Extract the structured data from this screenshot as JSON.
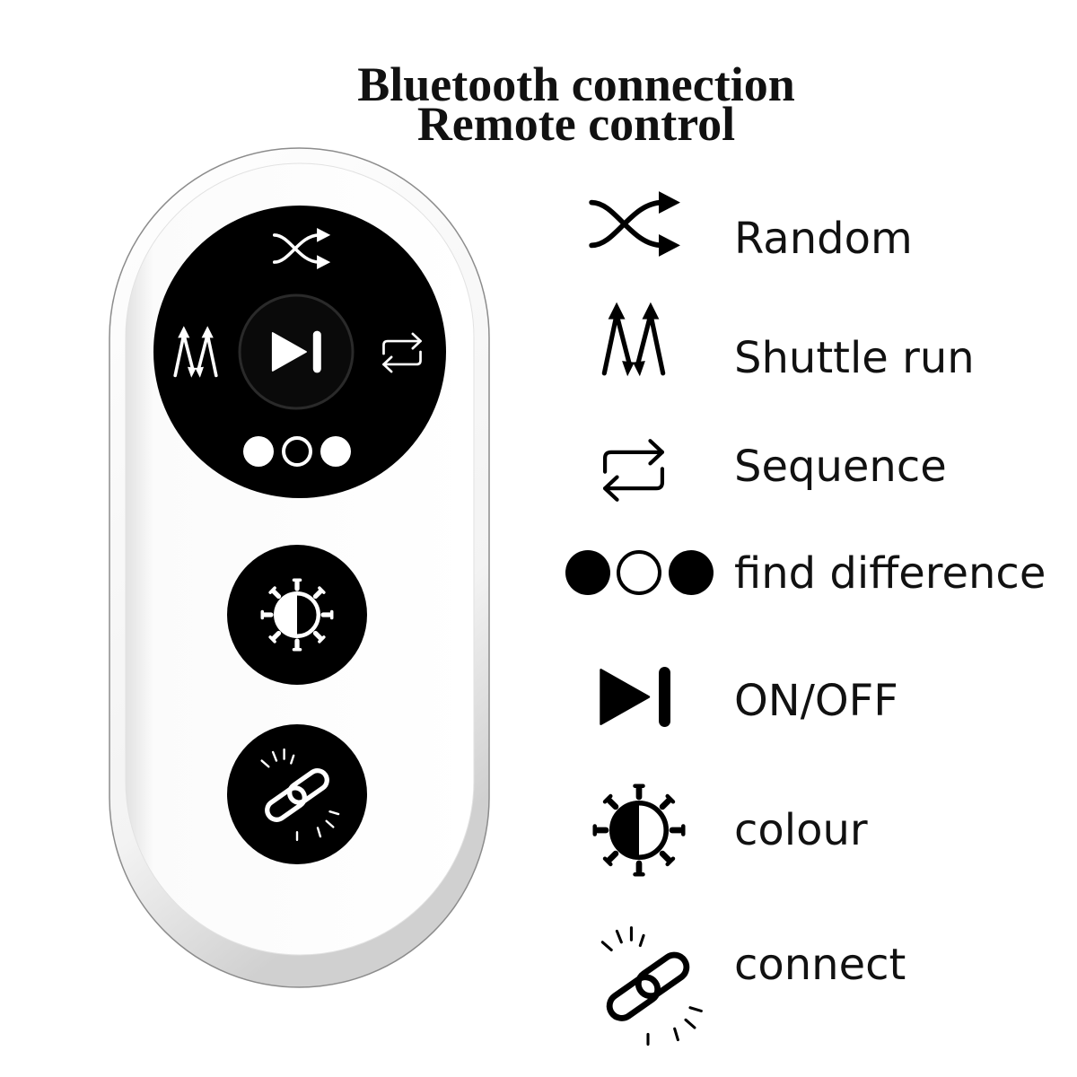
{
  "title": {
    "line1": "Bluetooth connection",
    "line2": "Remote control"
  },
  "remote": {
    "main_dial": {
      "top_icon": "shuffle-icon",
      "left_icon": "shuttle-run-icon",
      "center_icon": "play-pause-icon",
      "right_icon": "sequence-icon",
      "bottom_icon": "find-difference-icon"
    },
    "buttons": [
      {
        "icon": "colour-icon"
      },
      {
        "icon": "connect-icon"
      }
    ]
  },
  "legend": [
    {
      "icon": "shuffle-icon",
      "label": "Random"
    },
    {
      "icon": "shuttle-run-icon",
      "label": "Shuttle run"
    },
    {
      "icon": "sequence-icon",
      "label": "Sequence"
    },
    {
      "icon": "find-difference-icon",
      "label": "find difference"
    },
    {
      "icon": "play-pause-icon",
      "label": "ON/OFF"
    },
    {
      "icon": "colour-icon",
      "label": "colour"
    },
    {
      "icon": "connect-icon",
      "label": "connect"
    }
  ],
  "colors": {
    "background": "#ffffff",
    "text": "#111111",
    "remote_body": "#ffffff",
    "button_fill": "#000000",
    "button_icon": "#ffffff",
    "legend_icon": "#000000"
  }
}
